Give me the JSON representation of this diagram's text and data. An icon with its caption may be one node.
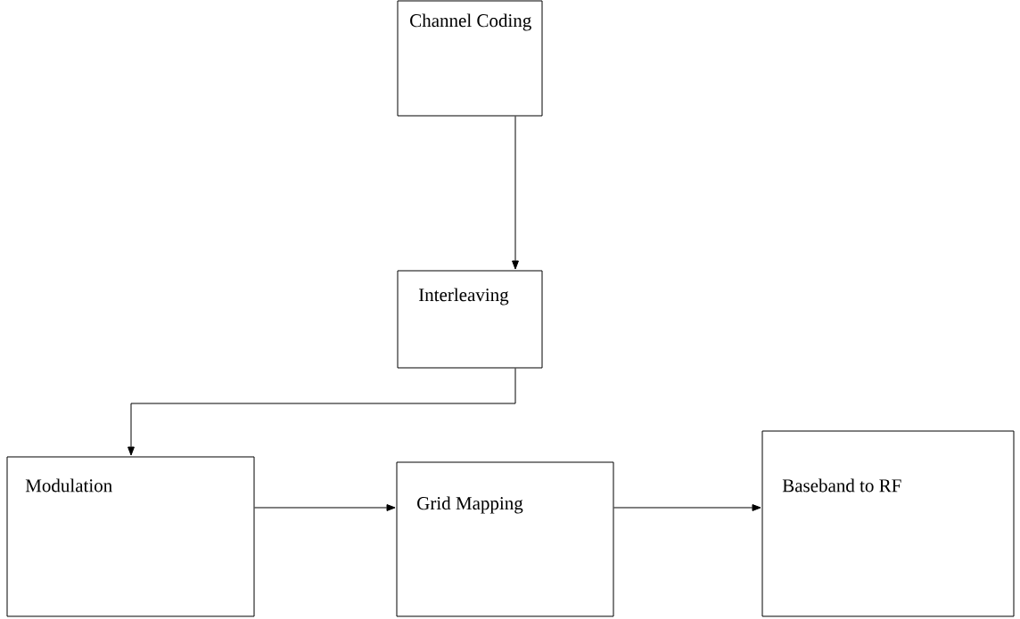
{
  "diagram": {
    "nodes": [
      {
        "text": [
          "Channel Coding"
        ]
      },
      {
        "text": [
          "Interleaving"
        ]
      },
      {
        "text": [
          "Modulation"
        ]
      },
      {
        "text": [
          "Grid Mapping"
        ]
      },
      {
        "text": [
          "Baseband to RF"
        ]
      }
    ],
    "edges": [
      {
        "from": 0,
        "to": 1,
        "arrow": "to"
      },
      {
        "from": 1,
        "to": 2,
        "arrow": "to"
      },
      {
        "from": 2,
        "to": 3,
        "arrow": "to"
      },
      {
        "from": 3,
        "to": 4,
        "arrow": "to"
      }
    ]
  }
}
